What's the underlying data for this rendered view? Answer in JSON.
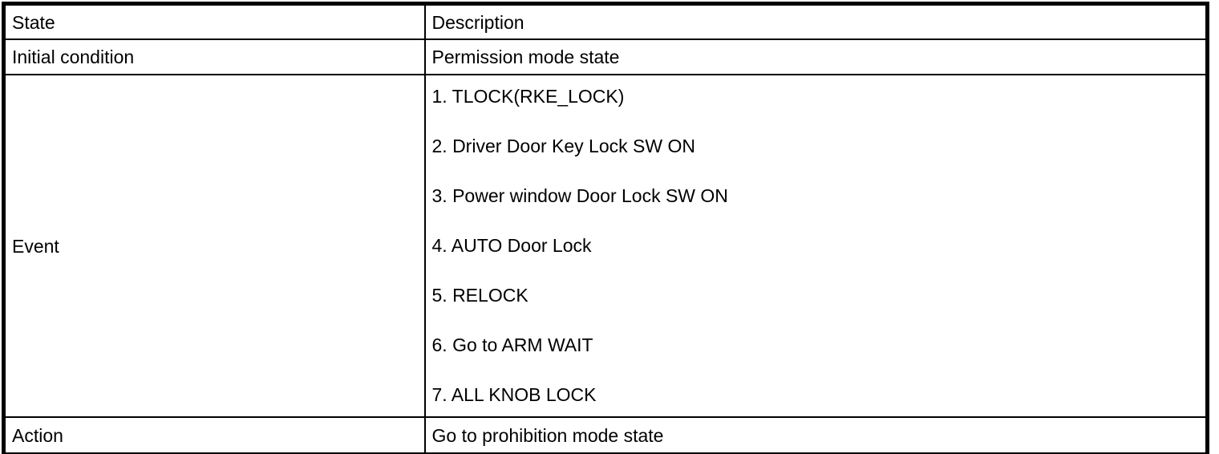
{
  "colors": {
    "background": "#ffffff",
    "border": "#000000",
    "text": "#000000"
  },
  "table": {
    "columns": [
      "State",
      "Description"
    ],
    "rows": [
      {
        "state": "Initial condition",
        "description": "Permission mode state"
      },
      {
        "state": "Event",
        "events": [
          "1. TLOCK(RKE_LOCK)",
          "2. Driver Door Key Lock SW ON",
          "3. Power window Door Lock SW ON",
          "4. AUTO Door Lock",
          "5. RELOCK",
          "6. Go to ARM WAIT",
          "7. ALL KNOB LOCK"
        ]
      },
      {
        "state": "Action",
        "description": "Go to prohibition mode state"
      }
    ]
  }
}
